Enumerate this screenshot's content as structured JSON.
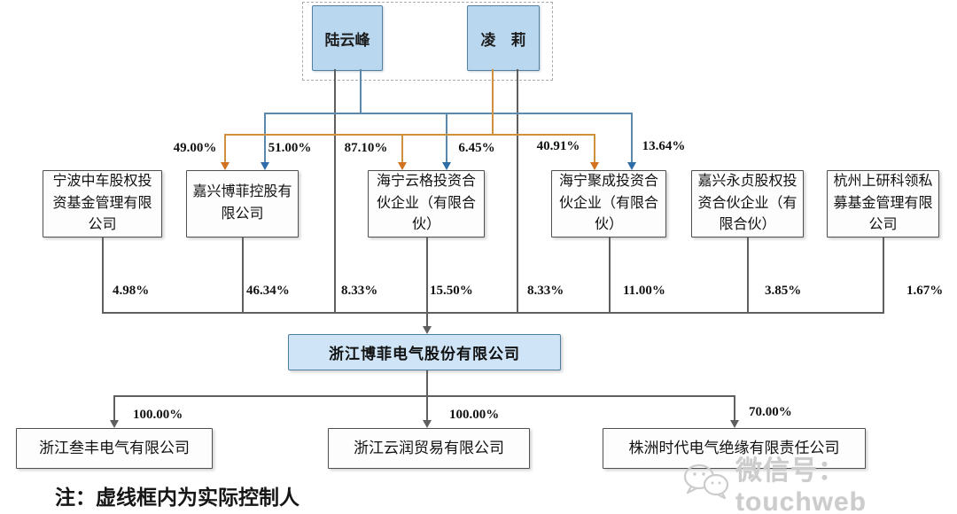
{
  "note": "注：虚线框内为实际控制人",
  "watermark": {
    "icon": "wechat-icon",
    "text": "微信号：touchweb"
  },
  "controllers": [
    {
      "name": "陆云峰"
    },
    {
      "name": "凌　莉"
    }
  ],
  "top_row": {
    "percents": [
      "49.00%",
      "51.00%",
      "87.10%",
      "6.45%",
      "40.91%",
      "13.64%"
    ]
  },
  "mid_row": {
    "names": [
      "宁波中车股权投资基金管理有限公司",
      "嘉兴博菲控股有限公司",
      "海宁云格投资合伙企业（有限合伙）",
      "海宁聚成投资合伙企业（有限合伙）",
      "嘉兴永贞股权投资合伙企业（有限合伙）",
      "杭州上研科领私募基金管理有限公司"
    ],
    "percents": [
      "4.98%",
      "46.34%",
      "8.33%",
      "15.50%",
      "8.33%",
      "11.00%",
      "3.85%",
      "1.67%"
    ]
  },
  "company": {
    "name": "浙江博菲电气股份有限公司"
  },
  "bottom_row": {
    "percents": [
      "100.00%",
      "100.00%",
      "70.00%"
    ],
    "names": [
      "浙江叁丰电气有限公司",
      "浙江云润贸易有限公司",
      "株洲时代电气绝缘有限责任公司"
    ]
  },
  "colors": {
    "blue": "#5b89ae",
    "orange": "#d0913f",
    "dark": "#5f5f5f",
    "arrow_blue": "#2f6da8",
    "arrow_orange": "#d2711f",
    "person_fill": "#b9d7ee",
    "person_border": "#53809f",
    "company_fill": "#cfe5f7",
    "company_border": "#4f7f9f"
  }
}
